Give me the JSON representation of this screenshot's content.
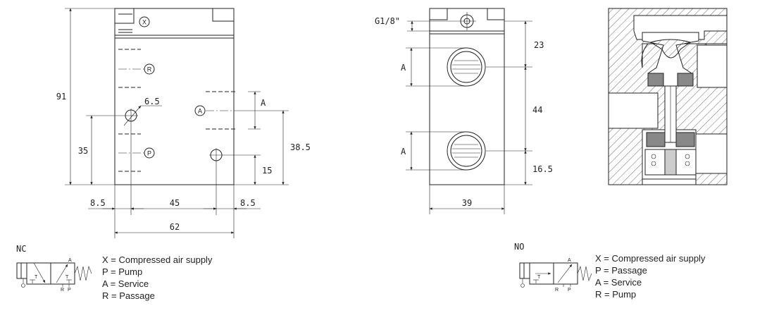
{
  "front_view": {
    "dimensions": {
      "height_total": "91",
      "hole_height": "35",
      "hole_diameter": "6.5",
      "port_a_height": "38.5",
      "port_offset": "15",
      "left_margin": "8.5",
      "hole_spacing": "45",
      "right_margin": "8.5",
      "width": "62",
      "port_a_size": "A"
    },
    "ports": {
      "x": "X",
      "r": "R",
      "a": "A",
      "p": "P"
    }
  },
  "side_view": {
    "dimensions": {
      "thread": "G1/8\"",
      "top_offset": "23",
      "port_spacing": "44",
      "bottom_offset": "16.5",
      "width": "39",
      "port_a_upper": "A",
      "port_a_lower": "A"
    }
  },
  "nc": {
    "title": "NC",
    "symbol_labels": {
      "a": "A",
      "t1": "T",
      "r": "R",
      "t2": "T",
      "p": "P"
    },
    "legend": [
      "X = Compressed air supply",
      "P = Pump",
      "A = Service",
      "R = Passage"
    ]
  },
  "no": {
    "title": "NO",
    "symbol_labels": {
      "a": "A",
      "t1": "T",
      "r": "R",
      "p": "P"
    },
    "legend": [
      "X = Compressed air supply",
      "P = Passage",
      "A = Service",
      "R = Pump"
    ]
  },
  "colors": {
    "line": "#222222",
    "hatch": "#555555"
  }
}
